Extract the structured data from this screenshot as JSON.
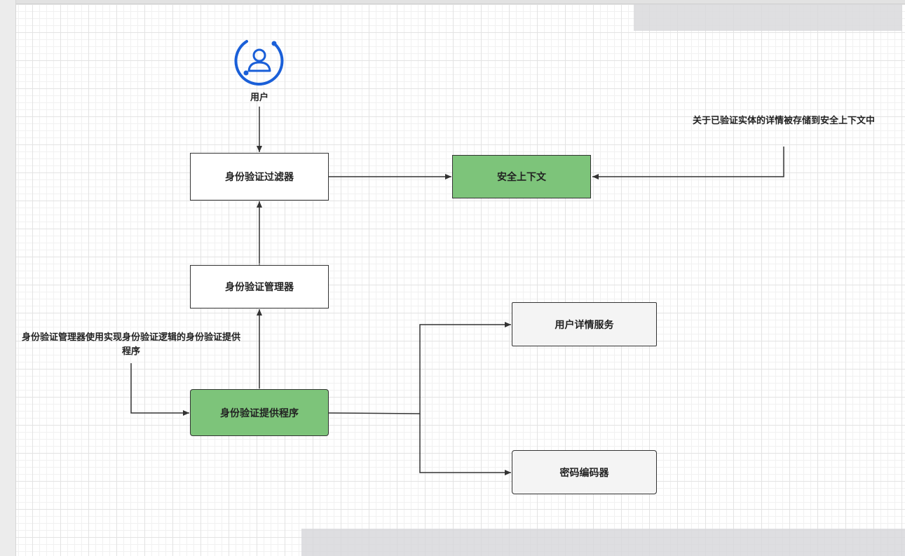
{
  "diagram": {
    "user": {
      "label": "用户"
    },
    "nodes": {
      "auth_filter": "身份验证过滤器",
      "security_context": "安全上下文",
      "auth_manager": "身份验证管理器",
      "auth_provider": "身份验证提供程序",
      "user_details_service": "用户详情服务",
      "password_encoder": "密码编码器"
    },
    "notes": {
      "security_context_note": "关于已验证实体的详情被存储到安全上下文中",
      "provider_note": "身份验证管理器使用实现身份验证逻辑的身份验证提供程序"
    },
    "colors": {
      "user_icon": "#1a5fd8",
      "green_fill": "#7dc47a",
      "gray_fill": "#f4f4f4",
      "line": "#333333"
    }
  }
}
